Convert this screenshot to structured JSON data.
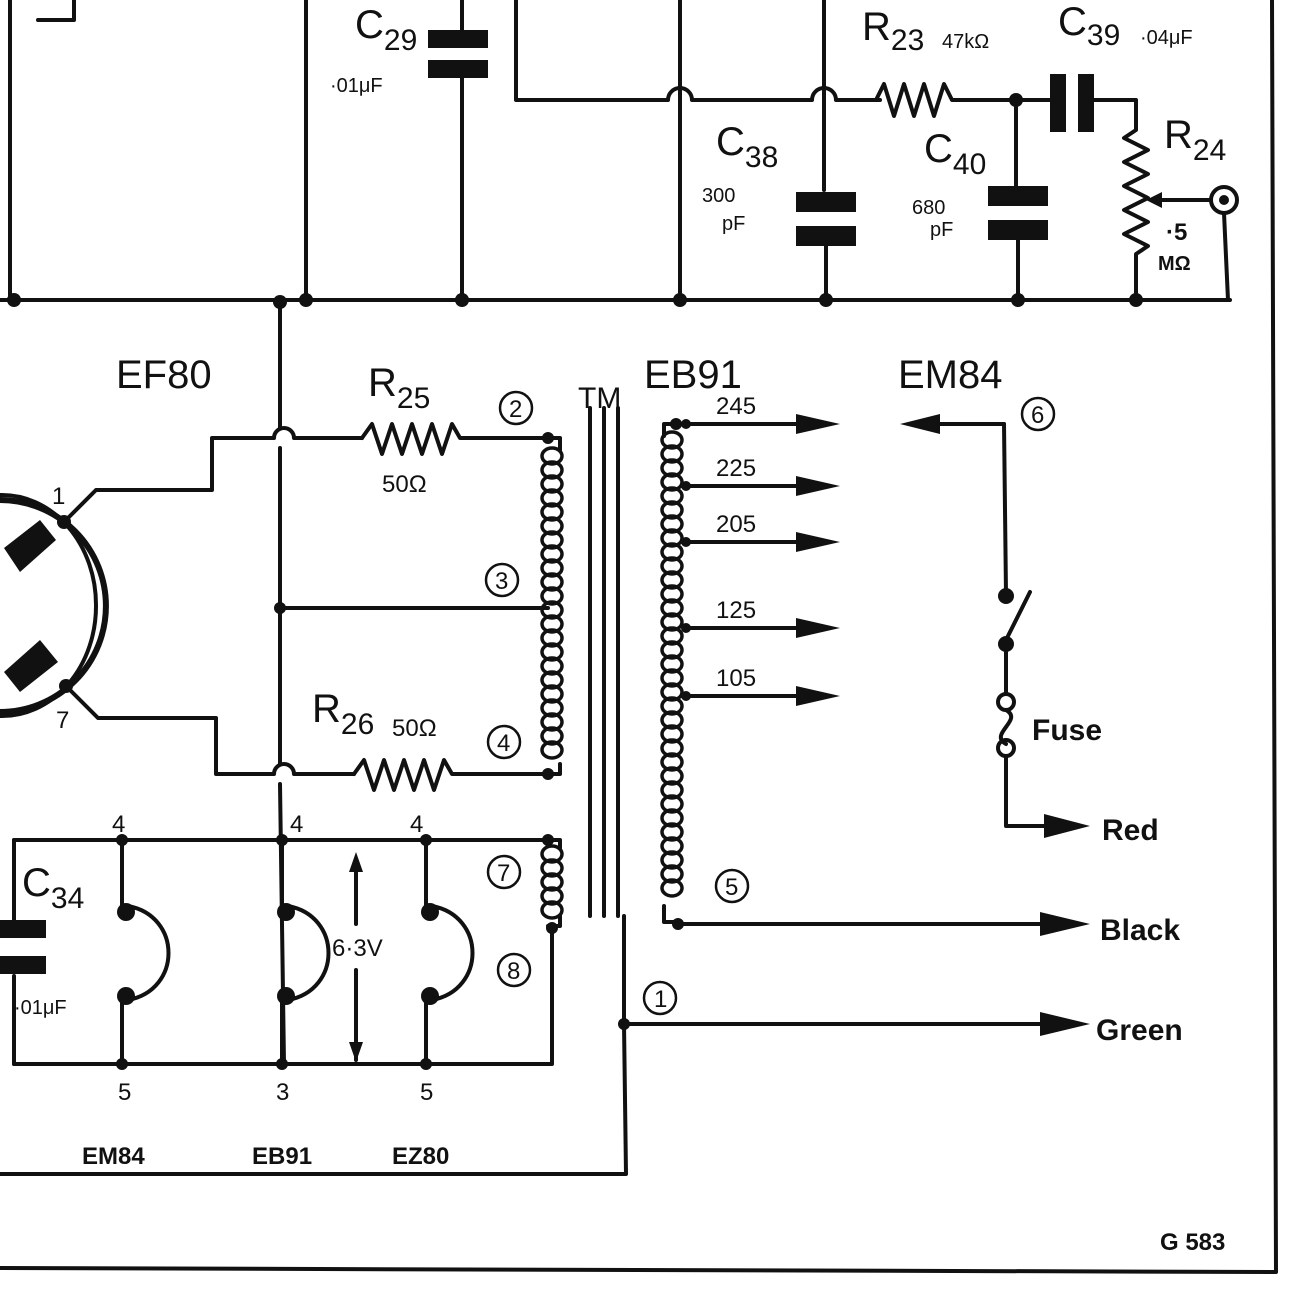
{
  "components": {
    "c29": {
      "name": "C",
      "sub": "29",
      "value": "·01μF"
    },
    "r23": {
      "name": "R",
      "sub": "23",
      "value": "47kΩ"
    },
    "c39": {
      "name": "C",
      "sub": "39",
      "value": "·04μF"
    },
    "c38": {
      "name": "C",
      "sub": "38",
      "value_line1": "300",
      "value_line2": "pF"
    },
    "c40": {
      "name": "C",
      "sub": "40",
      "value_line1": "680",
      "value_line2": "pF"
    },
    "r24": {
      "name": "R",
      "sub": "24",
      "value_line1": "·5",
      "value_line2": "MΩ"
    },
    "r25": {
      "name": "R",
      "sub": "25",
      "value": "50Ω"
    },
    "r26": {
      "name": "R",
      "sub": "26",
      "value": "50Ω"
    },
    "c34": {
      "name": "C",
      "sub": "34",
      "value": "·01μF"
    }
  },
  "tubes": {
    "ef80": "EF80",
    "eb91": "EB91",
    "em84": "EM84",
    "rect_pin_top": "1",
    "rect_pin_bottom": "7"
  },
  "transformer": {
    "label": "TM",
    "taps": [
      "245",
      "225",
      "205",
      "125",
      "105"
    ],
    "pins": [
      "2",
      "3",
      "4",
      "7",
      "8",
      "5",
      "1",
      "6"
    ]
  },
  "heaters": {
    "top_pins": [
      "4",
      "4",
      "4"
    ],
    "bottom_pins": [
      "5",
      "3",
      "5"
    ],
    "names": [
      "EM84",
      "EB91",
      "EZ80"
    ],
    "voltage": "6·3V"
  },
  "mains": {
    "fuse": "Fuse",
    "leads": [
      "Red",
      "Black",
      "Green"
    ]
  },
  "ref": "G 583"
}
